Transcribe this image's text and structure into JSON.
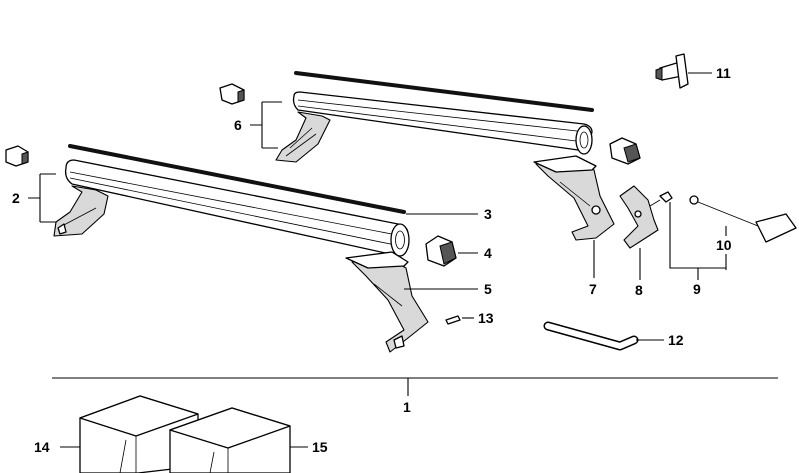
{
  "labels": {
    "p1": "1",
    "p2": "2",
    "p3": "3",
    "p4": "4",
    "p5": "5",
    "p6": "6",
    "p7": "7",
    "p8": "8",
    "p9": "9",
    "p10": "10",
    "p11": "11",
    "p12": "12",
    "p13": "13",
    "p14": "14",
    "p15": "15"
  }
}
